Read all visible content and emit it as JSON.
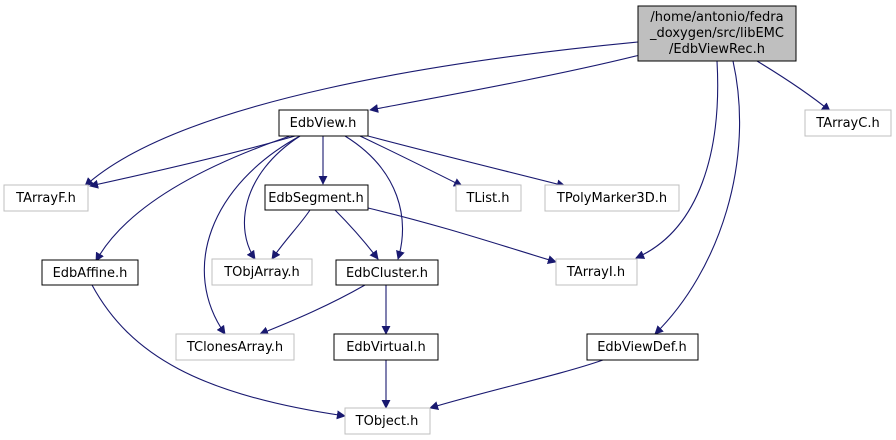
{
  "colors": {
    "edge": "#191970",
    "root_fill": "#bfbfbf",
    "local_border": "#000000",
    "external_border": "#bfbfbf",
    "background": "#ffffff"
  },
  "nodes": {
    "root": {
      "lines": [
        "/home/antonio/fedra",
        "_doxygen/src/libEMC",
        "/EdbViewRec.h"
      ]
    },
    "edbview": {
      "label": "EdbView.h"
    },
    "tarrayc": {
      "label": "TArrayC.h"
    },
    "tarrayf": {
      "label": "TArrayF.h"
    },
    "edbsegment": {
      "label": "EdbSegment.h"
    },
    "tlist": {
      "label": "TList.h"
    },
    "tpolymarker": {
      "label": "TPolyMarker3D.h"
    },
    "edbaffine": {
      "label": "EdbAffine.h"
    },
    "tobjarray": {
      "label": "TObjArray.h"
    },
    "edbcluster": {
      "label": "EdbCluster.h"
    },
    "tarrayi": {
      "label": "TArrayI.h"
    },
    "tclonesarray": {
      "label": "TClonesArray.h"
    },
    "edbvirtual": {
      "label": "EdbVirtual.h"
    },
    "edbviewdef": {
      "label": "EdbViewDef.h"
    },
    "tobject": {
      "label": "TObject.h"
    }
  }
}
